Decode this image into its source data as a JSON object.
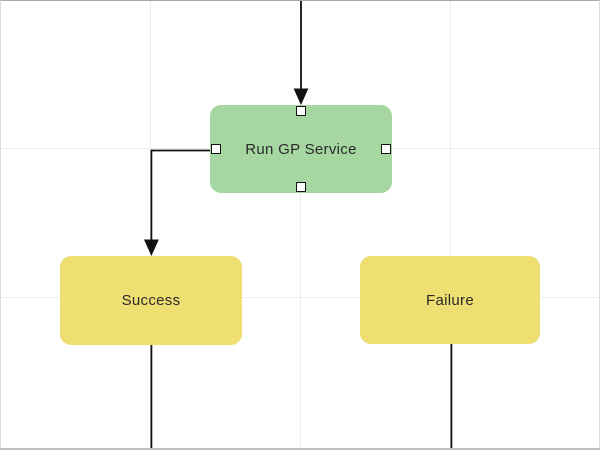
{
  "canvas": {
    "background": "#ffffff",
    "grid_color": "#ececec",
    "border_top_color": "#a8a8a8",
    "border_bottom_color": "#bdbdbd",
    "border_side_color": "#dcdcdc",
    "connector_color": "#111111",
    "handle_fill": "#ffffff",
    "handle_border": "#111111"
  },
  "nodes": [
    {
      "id": "run-gp-service",
      "label": "Run GP Service",
      "fill": "#a6d7a0",
      "text_color": "#2a2a2a",
      "selected": true
    },
    {
      "id": "success",
      "label": "Success",
      "fill": "#efde72",
      "text_color": "#2a2a2a",
      "selected": false
    },
    {
      "id": "failure",
      "label": "Failure",
      "fill": "#efde72",
      "text_color": "#2a2a2a",
      "selected": false
    }
  ],
  "connectors": [
    {
      "id": "incoming-top-to-run-gp-service",
      "from": "offscreen-top",
      "to": "run-gp-service",
      "arrowhead": true
    },
    {
      "id": "run-gp-service-to-success",
      "from": "run-gp-service",
      "to": "success",
      "arrowhead": true
    },
    {
      "id": "success-outgoing-bottom",
      "from": "success",
      "to": "offscreen-bottom",
      "arrowhead": false
    },
    {
      "id": "failure-outgoing-bottom",
      "from": "failure",
      "to": "offscreen-bottom",
      "arrowhead": false
    }
  ]
}
